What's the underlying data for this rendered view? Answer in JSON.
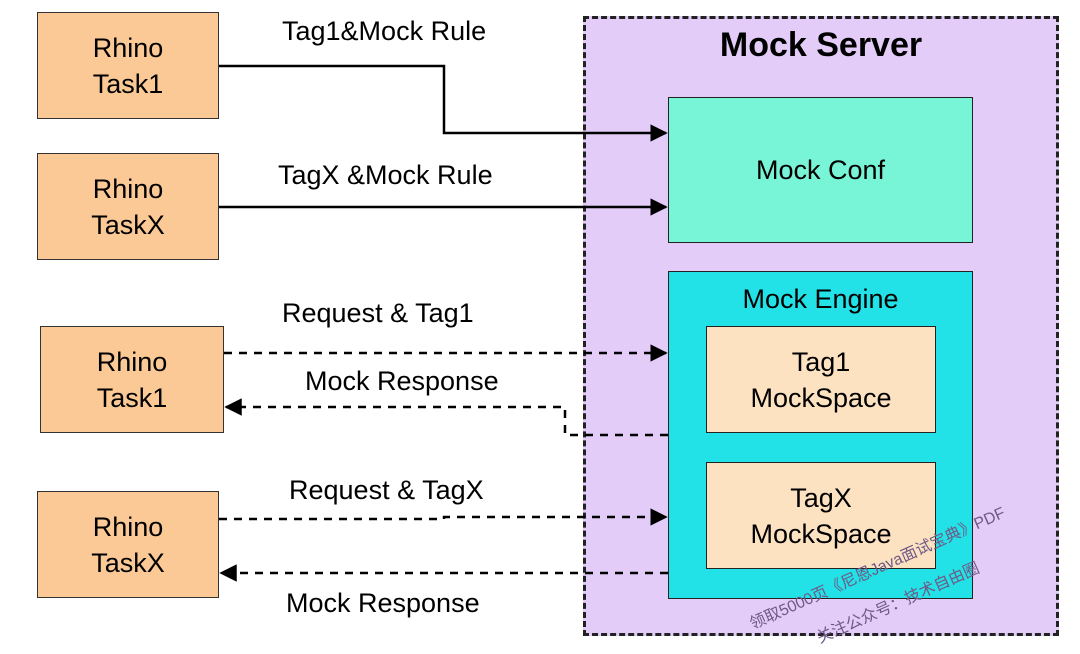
{
  "server": {
    "title": "Mock Server"
  },
  "conf": {
    "label": "Mock Conf"
  },
  "engine": {
    "title": "Mock Engine",
    "space1": {
      "line1": "Tag1",
      "line2": "MockSpace"
    },
    "spaceX": {
      "line1": "TagX",
      "line2": "MockSpace"
    }
  },
  "tasks": [
    {
      "line1": "Rhino",
      "line2": "Task1"
    },
    {
      "line1": "Rhino",
      "line2": "TaskX"
    },
    {
      "line1": "Rhino",
      "line2": "Task1"
    },
    {
      "line1": "Rhino",
      "line2": "TaskX"
    }
  ],
  "edges": {
    "tag1_rule": "Tag1&Mock Rule",
    "tagx_rule": "TagX &Mock Rule",
    "request_tag1": "Request & Tag1",
    "response1": "Mock Response",
    "request_tagx": "Request & TagX",
    "responseX": "Mock Response"
  },
  "watermark": {
    "line1": "领取5000页《尼恩Java面试宝典》PDF",
    "line2": "关注公众号：技术自由圈"
  }
}
